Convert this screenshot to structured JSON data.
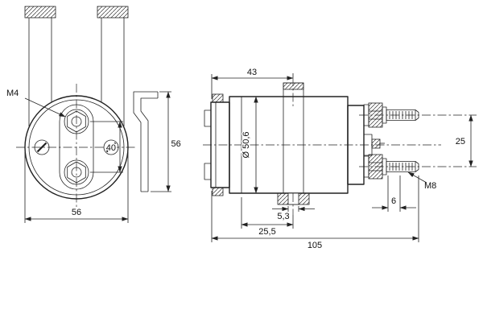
{
  "colors": {
    "line": "#222222",
    "background": "#ffffff"
  },
  "front_view": {
    "m4": "M4",
    "dim40": "40",
    "dim56_height": "56",
    "dim56_width": "56"
  },
  "side_view": {
    "dim43": "43",
    "dia": "Ø 50,6",
    "dim25": "25",
    "m8": "M8",
    "dim5_3": "5,3",
    "dim6": "6",
    "dim25_5": "25,5",
    "dim105": "105"
  }
}
